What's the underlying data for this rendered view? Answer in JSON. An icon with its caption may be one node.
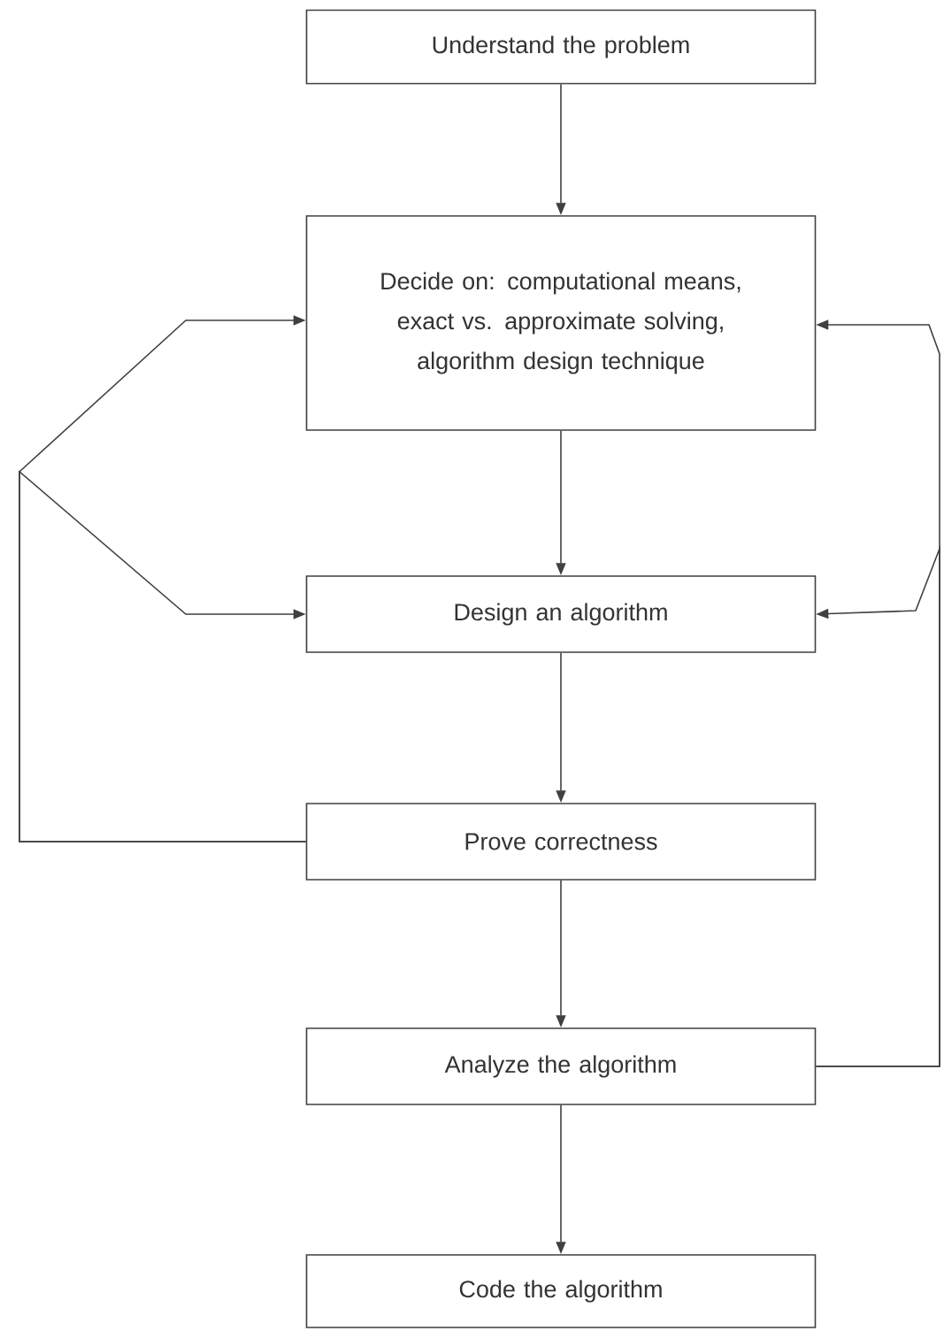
{
  "diagram": {
    "nodes": [
      {
        "text": [
          "Understand the problem"
        ]
      },
      {
        "text": [
          "Decide on: computational means, exact vs. approximate solving, algorithm design technique"
        ]
      },
      {
        "text": [
          "Design an algorithm"
        ]
      },
      {
        "text": [
          "Prove correctness"
        ]
      },
      {
        "text": [
          "Analyze the algorithm"
        ]
      },
      {
        "text": [
          "Code the algorithm"
        ]
      }
    ],
    "edges": [
      {
        "from": 0,
        "to": 1,
        "arrow": "to"
      },
      {
        "from": 1,
        "to": 2,
        "arrow": "to"
      },
      {
        "from": 2,
        "to": 3,
        "arrow": "to"
      },
      {
        "from": 3,
        "to": 4,
        "arrow": "to"
      },
      {
        "from": 4,
        "to": 5,
        "arrow": "to"
      },
      {
        "from": 3,
        "to": 1,
        "arrow": "to"
      },
      {
        "from": 3,
        "to": 2,
        "arrow": "to"
      },
      {
        "from": 4,
        "to": 1,
        "arrow": "to"
      },
      {
        "from": 4,
        "to": 2,
        "arrow": "to"
      }
    ]
  }
}
